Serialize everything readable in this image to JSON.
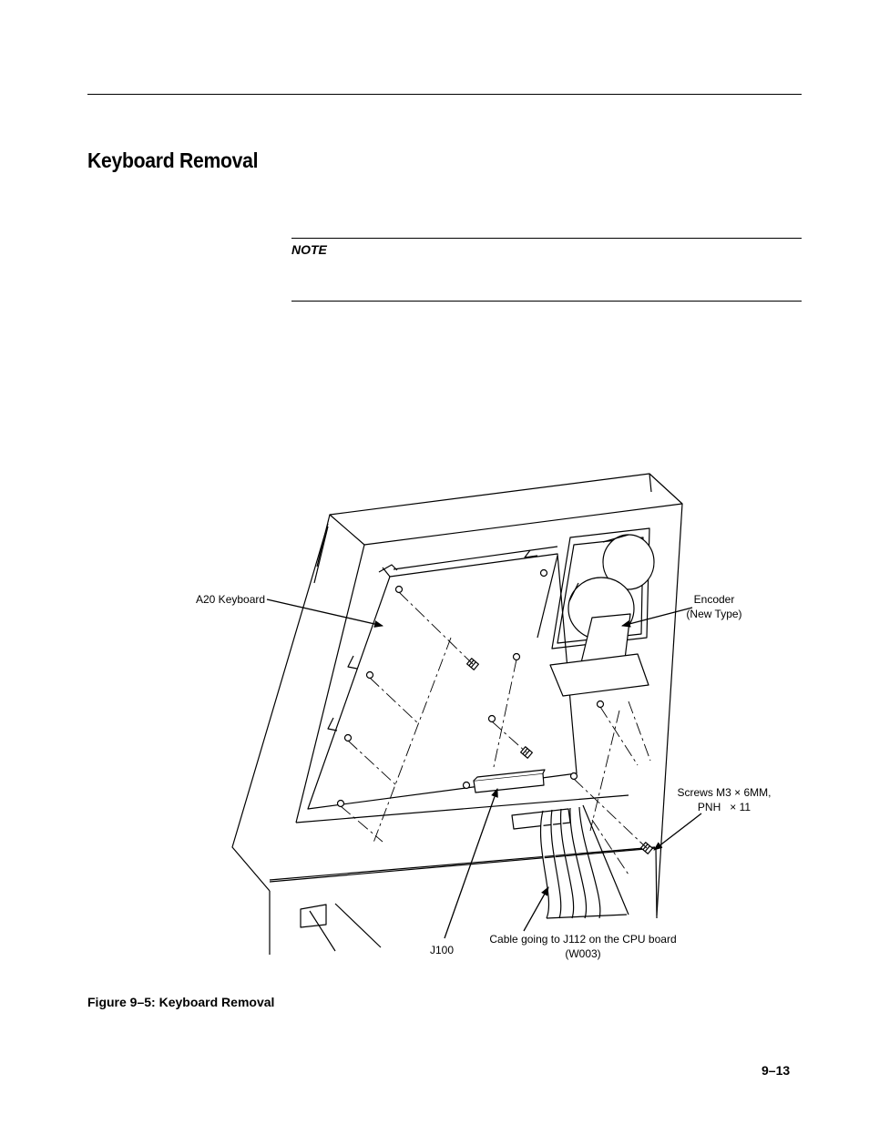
{
  "section": {
    "title": "Keyboard Removal"
  },
  "note": {
    "label": "NOTE"
  },
  "figure": {
    "caption": "Figure 9–5: Keyboard Removal",
    "callouts": {
      "keyboard": "A20 Keyboard",
      "encoder_line1": "Encoder",
      "encoder_line2": "(New Type)",
      "screws_line1": "Screws M3 × 6MM,",
      "screws_line2": "PNH   × 11",
      "j100": "J100",
      "cable_line1": "Cable going to J112 on the CPU board",
      "cable_line2": "(W003)"
    }
  },
  "footer": {
    "page_number": "9–13"
  }
}
